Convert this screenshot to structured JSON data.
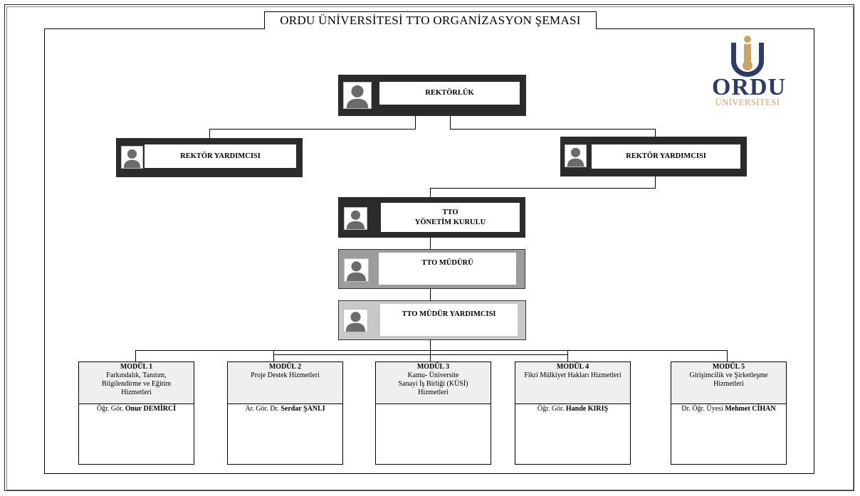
{
  "title": "ORDU ÜNİVERSİTESİ TTO ORGANİZASYON ŞEMASI",
  "logo": {
    "word": "ORDU",
    "sub": "ÜNİVERSİTESİ",
    "colors": {
      "navy": "#2e3a68",
      "gold": "#c9a46a"
    }
  },
  "nodes": {
    "rektorluk": {
      "label": "REKTÖRLÜK"
    },
    "rektor_yardimcisi_left": {
      "label": "REKTÖR YARDIMCISI"
    },
    "rektor_yardimcisi_right": {
      "label": "REKTÖR YARDIMCISI"
    },
    "tto_yonetim": {
      "line1": "TTO",
      "line2": "YÖNETİM KURULU"
    },
    "tto_mudur": {
      "label": "TTO MÜDÜRÜ"
    },
    "tto_mudur_yardimcisi": {
      "label": "TTO MÜDÜR YARDIMCISI"
    }
  },
  "modules": [
    {
      "title": "MODÜL 1",
      "desc": [
        "Farkındalık, Tanıtım,",
        "Bilgilendirme ve Eğitim",
        "Hizmetleri"
      ],
      "person_prefix": "Öğr. Gör.",
      "person_name": "Onur DEMİRCİ"
    },
    {
      "title": "MODÜL 2",
      "desc": [
        "Proje Destek Hizmetleri"
      ],
      "person_prefix": "Ar. Gör. Dr.",
      "person_name": "Serdar ŞANLI"
    },
    {
      "title": "MODÜL 3",
      "desc": [
        "Kamu- Üniversite",
        "Sanayi İş Birliği (KÜSİ)",
        "Hizmetleri"
      ],
      "person_prefix": "",
      "person_name": ""
    },
    {
      "title": "MODÜL 4",
      "desc": [
        "Fikri Mülkiyet Hakları Hizmetleri"
      ],
      "person_prefix": "Öğr. Gör.",
      "person_name": "Hande KIRIŞ"
    },
    {
      "title": "MODÜL 5",
      "desc": [
        "Girişimcilik ve Şirketleşme",
        "Hizmetleri"
      ],
      "person_prefix": "Dr. Öğr. Üyesi",
      "person_name": "Mehmet CİHAN"
    }
  ]
}
